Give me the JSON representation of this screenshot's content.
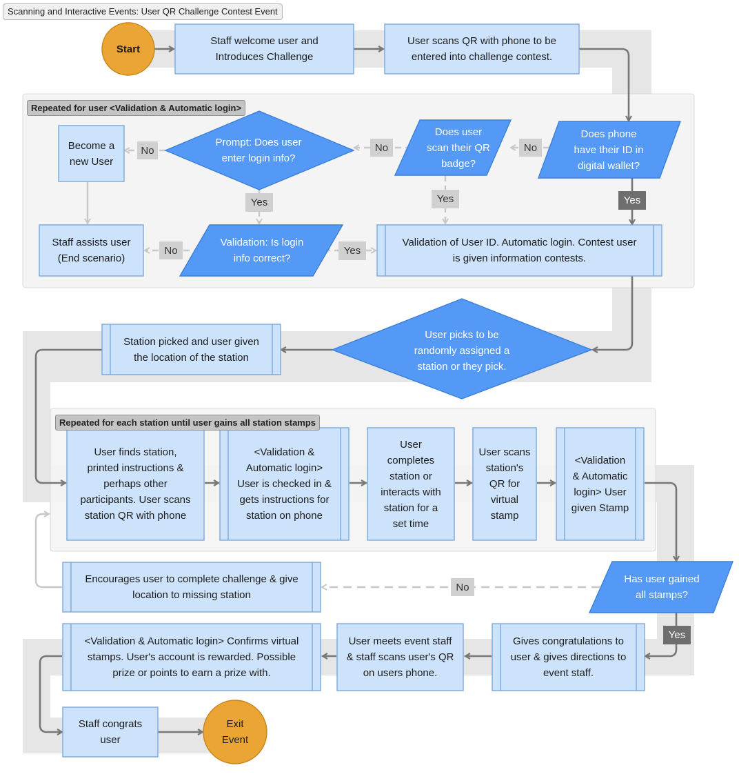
{
  "diagram": {
    "title": "Scanning and Interactive Events: User QR Challenge Contest Event",
    "groups": {
      "validation": "Repeated for user <Validation & Automatic login>",
      "stations": "Repeated for each station until user gains all station stamps"
    },
    "nodes": {
      "start": "Start",
      "welcome": "Staff welcome user and\nIntroduces Challenge",
      "scan_qr": "User scans QR with phone to be\nentered into challenge contest.",
      "wallet": "Does phone\nhave their ID in\ndigital wallet?",
      "badge": "Does user\nscan their QR\nbadge?",
      "prompt": "Prompt: Does user\nenter login info?",
      "new_user": "Become a\nnew User",
      "staff_assist": "Staff assists user\n(End scenario)",
      "login_correct": "Validation: Is login\ninfo correct?",
      "validation_id": "Validation of User ID.  Automatic login. Contest user\nis given information contests.",
      "pick_station": "User picks to be\nrandomly assigned a\nstation or they pick.",
      "station_picked": "Station picked and user given\nthe location of the station",
      "finds_station": "User finds station,\nprinted instructions &\nperhaps other\nparticipants. User scans\nstation QR with phone",
      "checked_in": "<Validation &\nAutomatic login>\nUser is checked in &\ngets instructions for\nstation on phone",
      "completes": "User\ncompletes\nstation or\ninteracts with\nstation for a\nset time",
      "scans_station": "User scans\nstation's\nQR for\nvirtual\nstamp",
      "given_stamp": "<Validation\n& Automatic\nlogin> User\ngiven Stamp",
      "all_stamps": "Has user gained\nall stamps?",
      "encourages": "Encourages user to complete challenge & give\nlocation to missing station",
      "congrats_directions": "Gives congratulations to\nuser & gives directions to\nevent staff.",
      "meets_staff": "User meets event staff\n& staff scans user's QR\non users phone.",
      "confirms": "<Validation & Automatic login> Confirms virtual\nstamps. User's account is rewarded. Possible\nprize or points to earn a prize with.",
      "staff_congrats": "Staff congrats\nuser",
      "exit": "Exit\nEvent"
    },
    "edge_labels": {
      "yes_wallet": "Yes",
      "no_wallet": "No",
      "no_badge": "No",
      "yes_badge": "Yes",
      "no_prompt": "No",
      "yes_prompt": "Yes",
      "no_login": "No",
      "yes_login": "Yes",
      "no_stamps": "No",
      "yes_stamps": "Yes"
    }
  },
  "colors": {
    "process_fill": "#cde3fb",
    "process_stroke": "#7aa9dc",
    "decision_fill": "#5499f5",
    "decision_stroke": "#3b7fd8",
    "terminal_fill": "#eba534",
    "terminal_stroke": "#c7841a",
    "group_fill": "#f4f4f4",
    "flow_band": "#e6e6e6",
    "arrow": "#777777",
    "dashed_arrow": "#c4c4c4"
  }
}
